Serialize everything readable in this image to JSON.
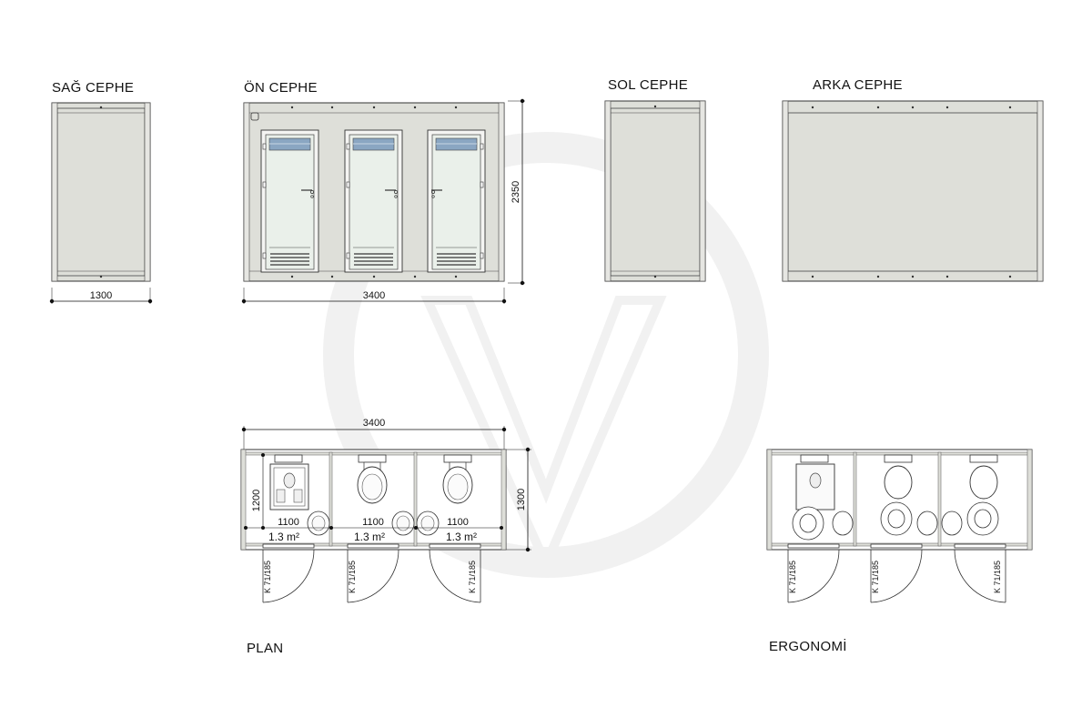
{
  "titles": {
    "right_facade": "SAĞ CEPHE",
    "front_facade": "ÖN CEPHE",
    "left_facade": "SOL CEPHE",
    "back_facade": "ARKA CEPHE",
    "plan": "PLAN",
    "ergonomics": "ERGONOMİ"
  },
  "dimensions": {
    "right_width": "1300",
    "front_width": "3400",
    "front_height": "2350",
    "plan_width": "3400",
    "plan_depth": "1300",
    "cabin_depth": "1200",
    "cabin_1_width": "1100",
    "cabin_2_width": "1100",
    "cabin_3_width": "1100"
  },
  "areas": {
    "cabin_1": "1.3 m²",
    "cabin_2": "1.3 m²",
    "cabin_3": "1.3 m²"
  },
  "doors": {
    "plan_door_1": "K 71/185",
    "plan_door_2": "K 71/185",
    "plan_door_3": "K 71/185",
    "ergo_door_1": "K 71/185",
    "ergo_door_2": "K 71/185",
    "ergo_door_3": "K 71/185"
  },
  "colors": {
    "panel_fill": "#dedfd9",
    "frame_stroke": "#333333",
    "glass": "#e8efe9",
    "window_blue": "#8aa6c2",
    "watermark": "#f1f1f1"
  }
}
